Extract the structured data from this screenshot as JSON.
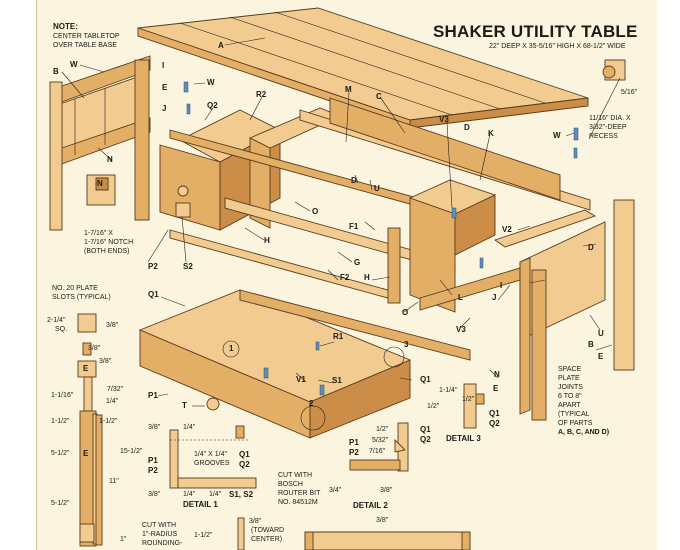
{
  "title": "SHAKER UTILITY TABLE",
  "subtitle": "22\" DEEP X 35-5/16\" HIGH X 68-1/2\" WIDE",
  "note": [
    "NOTE:",
    "CENTER TABLETOP",
    "OVER TABLE BASE"
  ],
  "recess_note": [
    "11/16\" DIA. X",
    "3/32\"-DEEP",
    "RECESS"
  ],
  "recess_dim": "5/16\"",
  "notch_note": [
    "1-7/16\" X",
    "1-7/16\" NOTCH",
    "(BOTH ENDS)"
  ],
  "slot_note": [
    "NO. 20 PLATE",
    "SLOTS (TYPICAL)"
  ],
  "space_note": [
    "SPACE",
    "PLATE",
    "JOINTS",
    "6 TO 8\"",
    "APART",
    "(TYPICAL",
    "OF PARTS",
    "A, B, C, AND D)"
  ],
  "grooves_note": [
    "1/4\" X 1/4\"",
    "GROOVES"
  ],
  "cut_note": [
    "CUT WITH",
    "BOSCH",
    "ROUTER BIT",
    "NO. 84512M"
  ],
  "cut_round_note": [
    "CUT WITH",
    "1\"-RADIUS",
    "ROUNDING-"
  ],
  "toward_center": [
    "(TOWARD",
    "CENTER)"
  ],
  "details": [
    "DETAIL 1",
    "DETAIL 2",
    "DETAIL 3"
  ],
  "parts": {
    "A": "A",
    "B": "B",
    "C": "C",
    "D": "D",
    "E": "E",
    "F1": "F1",
    "F2": "F2",
    "G": "G",
    "H": "H",
    "I": "I",
    "J": "J",
    "K": "K",
    "L": "L",
    "M": "M",
    "N": "N",
    "O": "O",
    "P1": "P1",
    "P2": "P2",
    "Q1": "Q1",
    "Q2": "Q2",
    "R1": "R1",
    "R2": "R2",
    "S1": "S1",
    "S2": "S2",
    "T": "T",
    "U": "U",
    "V1": "V1",
    "V2": "V2",
    "V3": "V3",
    "W": "W",
    "S1S2": "S1, S2"
  },
  "dims": {
    "d2_1_4": "2-1/4\"",
    "sq": "SQ.",
    "d3_8": "3/8\"",
    "d3_8b": "3/8\"",
    "d3_8c": "3/8\"",
    "d7_32": "7/32\"",
    "d1_4": "1/4\"",
    "d1_1_16": "1-1/16\"",
    "d1_1_2": "1-1/2\"",
    "d1_1_2b": "1-1/2\"",
    "d15_1_2": "15-1/2\"",
    "d5_1_2": "5-1/2\"",
    "d5_1_2b": "5-1/2\"",
    "d11": "11\"",
    "d1": "1\"",
    "d1_4a": "1/4\"",
    "d1_4b": "1/4\"",
    "d1_4c": "1/4\"",
    "d1_2": "1/2\"",
    "d5_32": "5/32\"",
    "d7_16": "7/16\"",
    "d3_4": "3/4\"",
    "d3_8d": "3/8\"",
    "d1_1_4": "1-1/4\"",
    "d1_2b": "1/2\"",
    "d1_2c": "1/2\"",
    "d3_8e": "3/8\"",
    "d1_1_2c": "1-1/2\"",
    "d3_8f": "3/8\"",
    "detail_num_1": "1",
    "detail_num_2": "2",
    "detail_num_3": "3"
  },
  "colors": {
    "sheet": "#fbf4de",
    "wood_light": "#f0c98b",
    "wood_mid": "#e0ab63",
    "wood_dark": "#c98b45",
    "outline": "#5a3b1c",
    "bit": "#5d8fb8"
  }
}
